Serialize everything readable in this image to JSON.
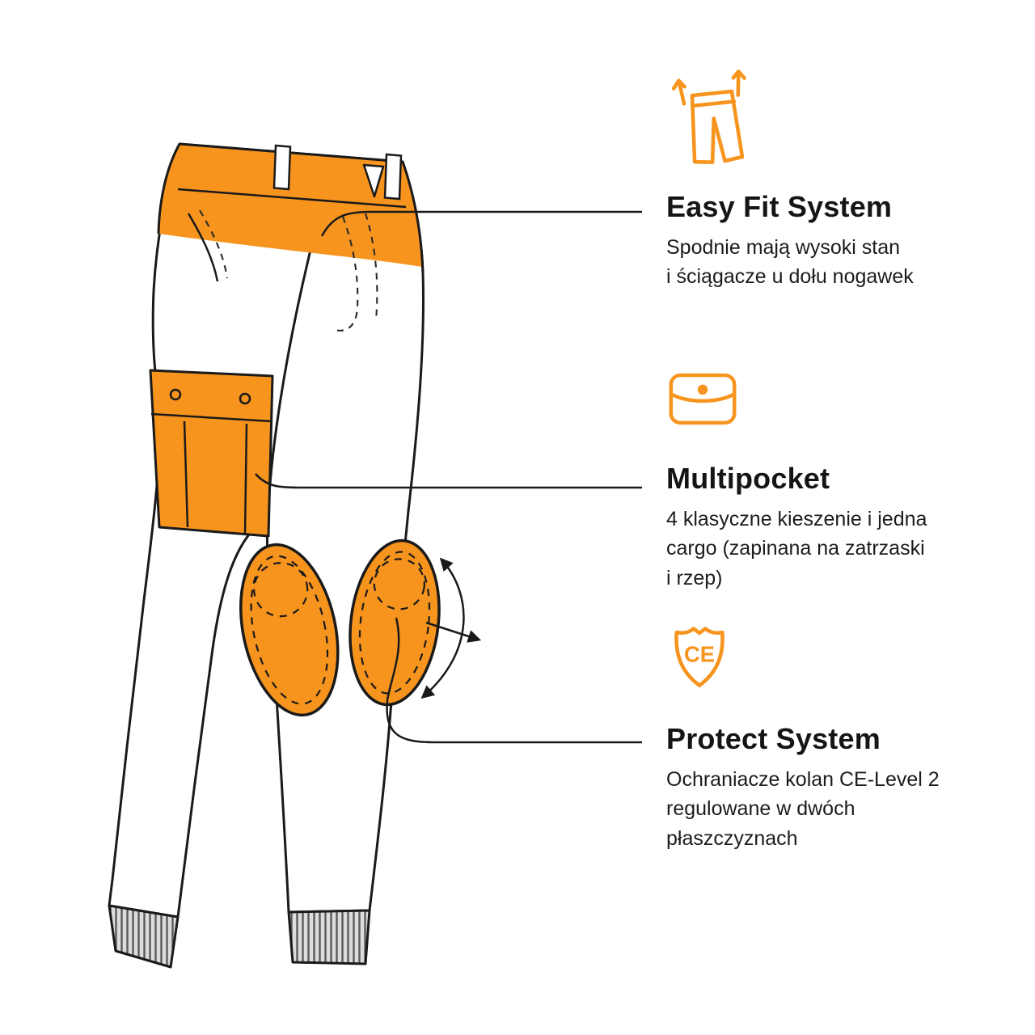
{
  "colors": {
    "accent": "#F7941E",
    "outline": "#1a1a1a",
    "text": "#151515",
    "cuff_gray": "#d9d9d9"
  },
  "illustration": {
    "name": "work-trousers-technical-drawing",
    "highlights": [
      "waistband",
      "cargo-pocket",
      "knee-protector-left",
      "knee-protector-right"
    ],
    "ce_label": "CE"
  },
  "features": [
    {
      "id": "easy-fit",
      "icon": "pants-stretch-icon",
      "title": "Easy Fit System",
      "description": "Spodnie mają wysoki stan\ni ściągacze u dołu nogawek"
    },
    {
      "id": "multipocket",
      "icon": "pocket-icon",
      "title": "Multipocket",
      "description": "4 klasyczne kieszenie i jedna\ncargo (zapinana na zatrzaski\ni rzep)"
    },
    {
      "id": "protect-system",
      "icon": "ce-shield-icon",
      "title": "Protect System",
      "description": "Ochraniacze kolan CE-Level 2\nregulowane w dwóch\npłaszczyznach"
    }
  ]
}
